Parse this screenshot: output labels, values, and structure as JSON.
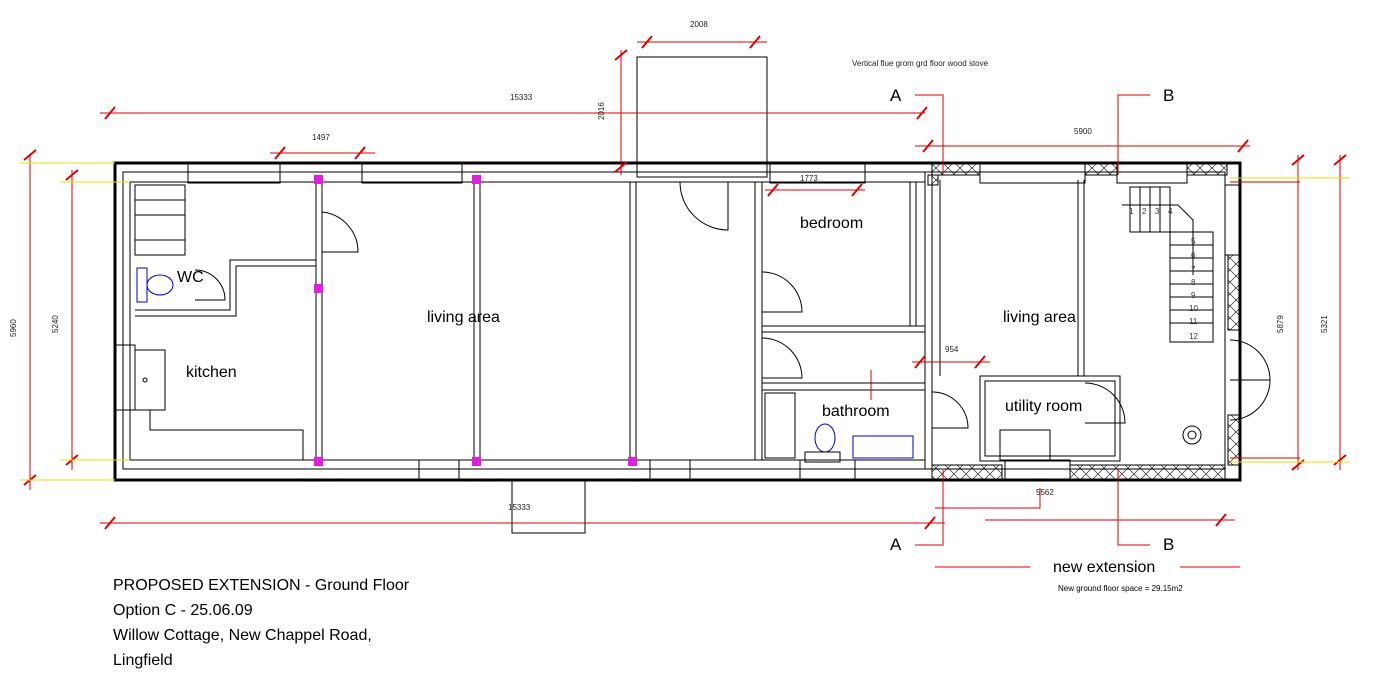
{
  "note": "Vertical flue grom grd floor wood stove",
  "dimensions": {
    "porch_width": "2008",
    "overall_top": "15333",
    "porch_depth": "2016",
    "window_1497": "1497",
    "ext_width_top": "5900",
    "bedroom_1773": "1773",
    "utility_954": "954",
    "ext_width_bottom": "5562",
    "overall_bottom": "15333",
    "left_outer": "5960",
    "left_inner": "5240",
    "right_inner": "5879",
    "right_outer": "5321"
  },
  "sections": {
    "a_top": "A",
    "b_top": "B",
    "a_bottom": "A",
    "b_bottom": "B"
  },
  "rooms": {
    "wc": "WC",
    "kitchen": "kitchen",
    "living_main": "living area",
    "bedroom": "bedroom",
    "bathroom": "bathroom",
    "living_ext": "living area",
    "utility": "utility room"
  },
  "stairs": [
    "1",
    "2",
    "3",
    "4",
    "5",
    "6",
    "7",
    "8",
    "9",
    "10",
    "11",
    "12"
  ],
  "extension": {
    "label": "new extension",
    "area": "New ground floor space  = 29.15m2"
  },
  "title_block": {
    "line1": "PROPOSED EXTENSION - Ground Floor",
    "line2": "Option C - 25.06.09",
    "line3": "Willow Cottage, New Chappel Road,",
    "line4": "Lingfield"
  },
  "colors": {
    "dimension": "#e00000",
    "column": "#e020e0",
    "fixture": "#0000d0"
  }
}
